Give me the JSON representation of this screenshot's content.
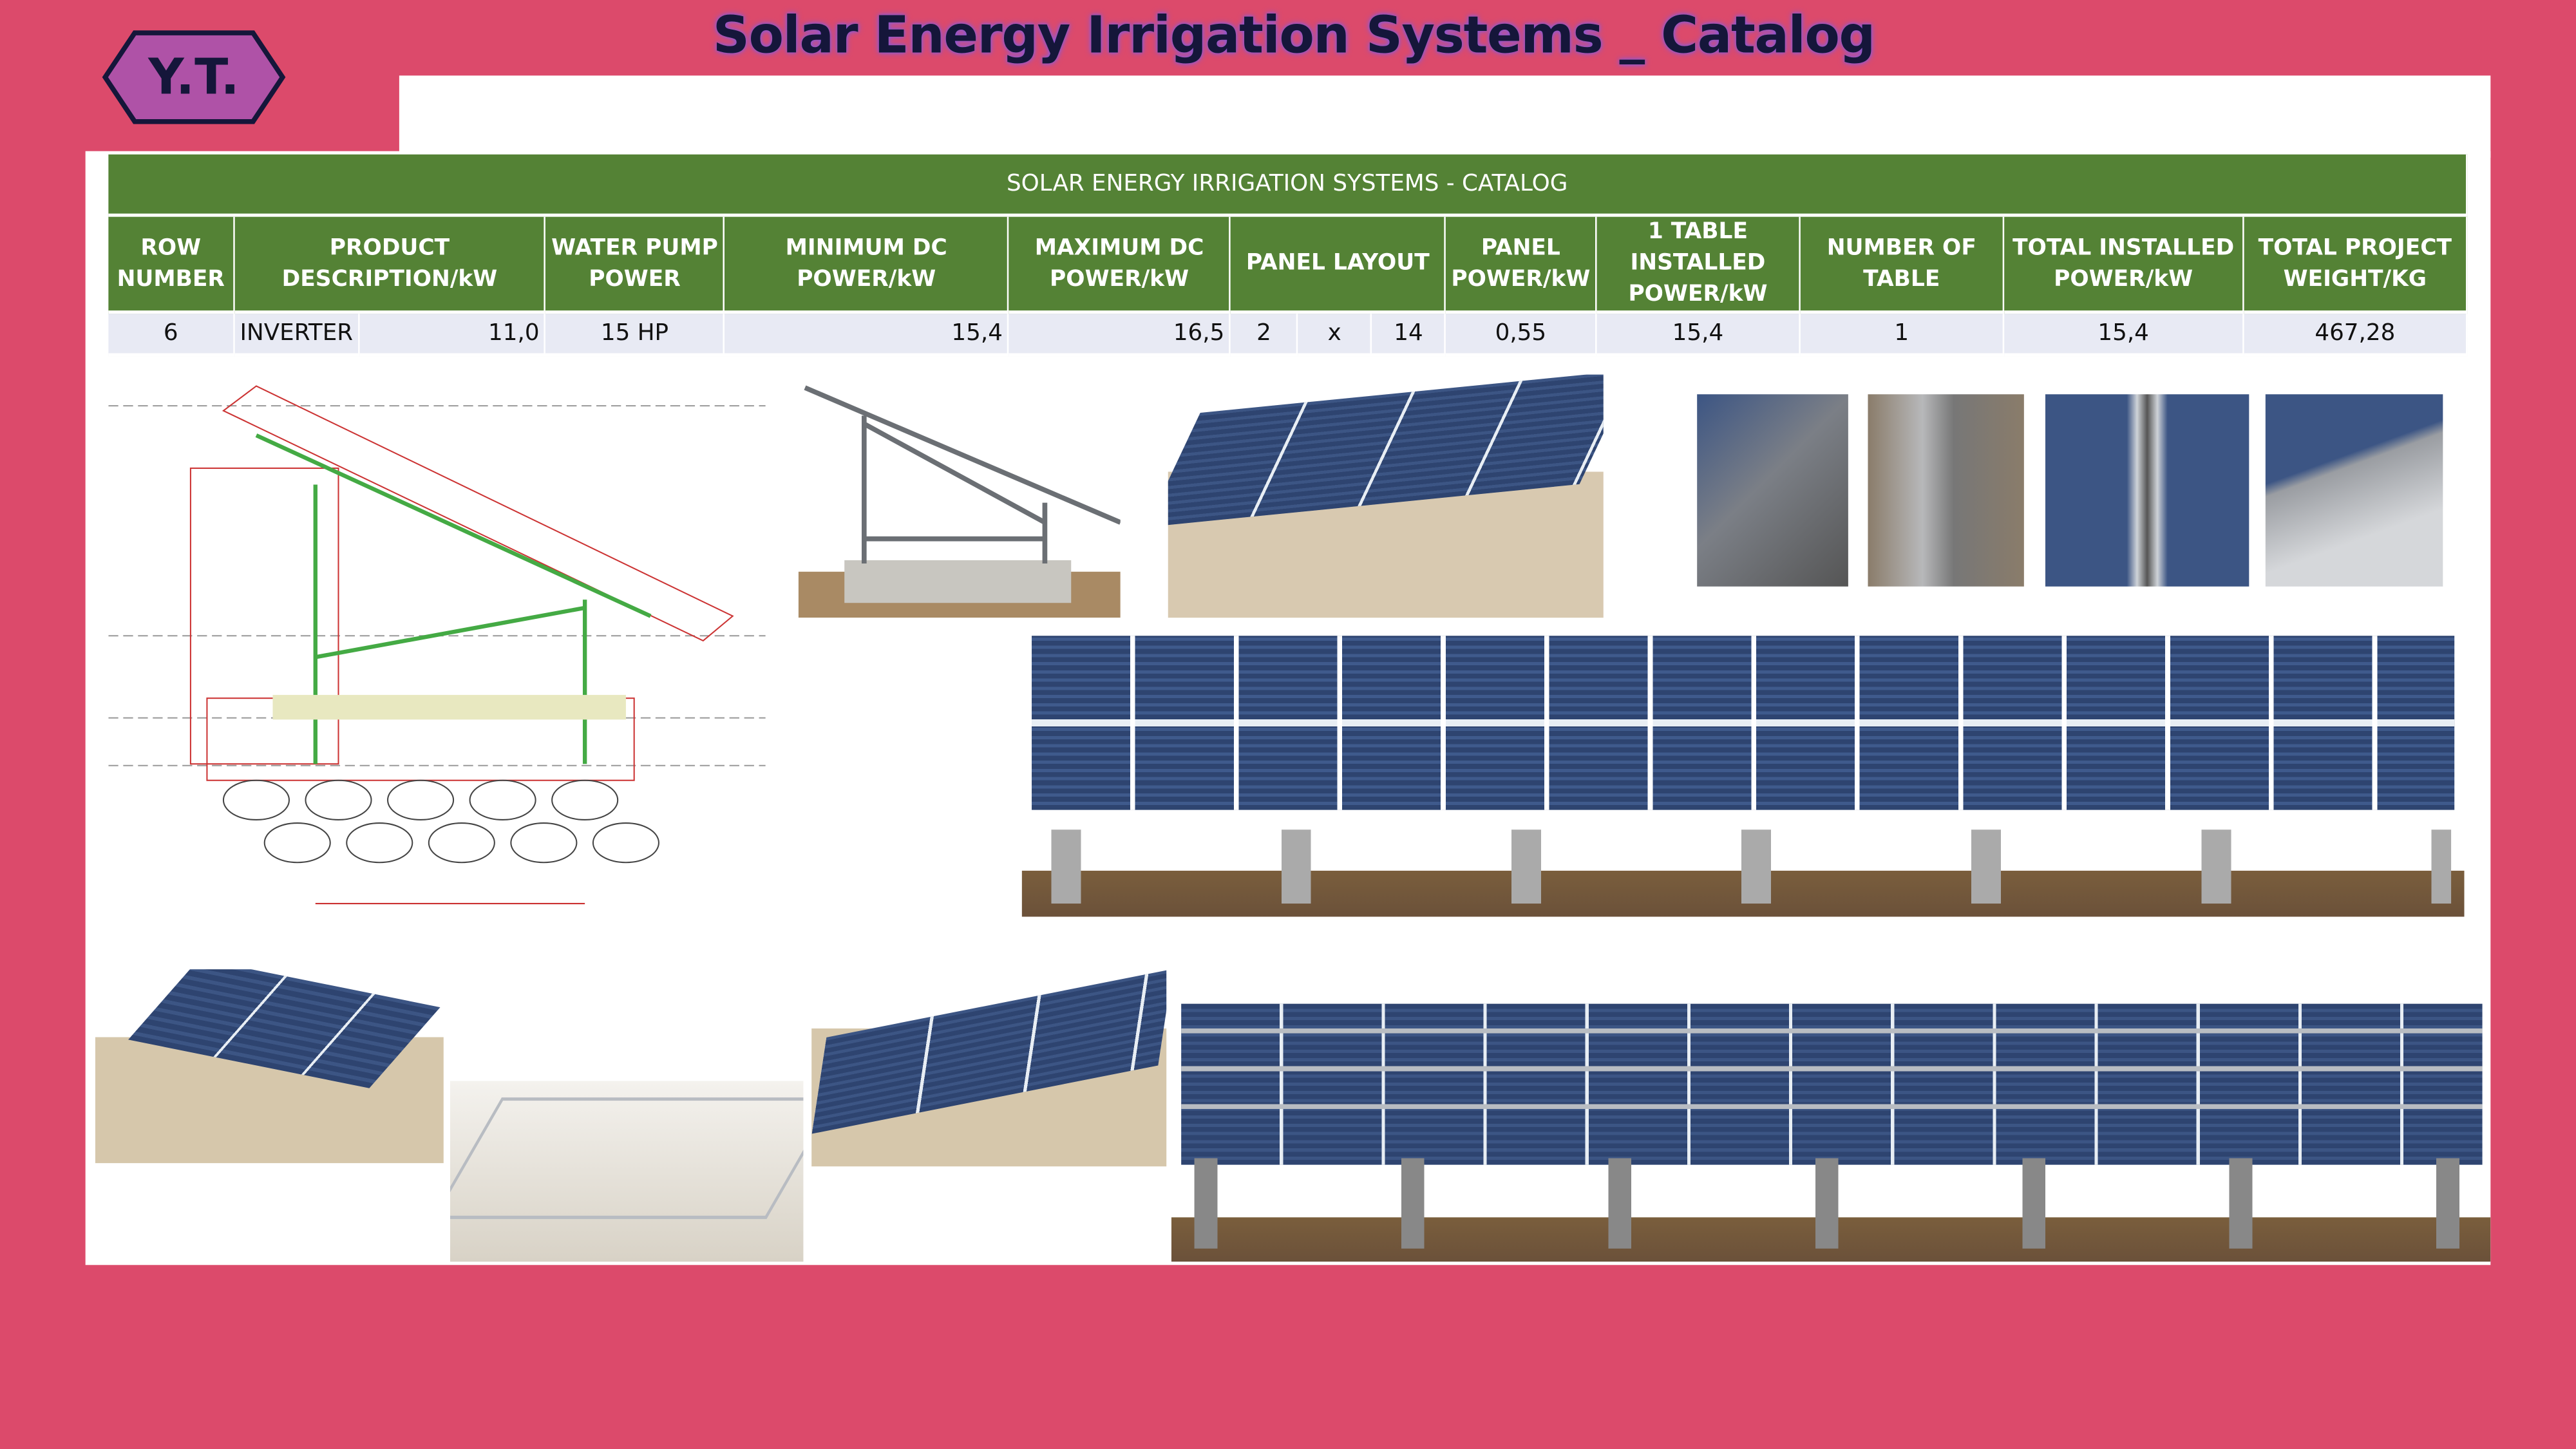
{
  "page": {
    "title": "Solar Energy Irrigation Systems _ Catalog",
    "logo_text": "Y.T.",
    "colors": {
      "background": "#dc4a6b",
      "table_header": "#548235",
      "data_row": "#e8eaf4",
      "title_text": "#15163a"
    }
  },
  "table": {
    "caption": "SOLAR ENERGY IRRIGATION SYSTEMS - CATALOG",
    "headers": [
      "ROW NUMBER",
      "PRODUCT DESCRIPTION/kW",
      "WATER PUMP POWER",
      "MINIMUM DC POWER/kW",
      "MAXIMUM DC POWER/kW",
      "PANEL LAYOUT",
      "PANEL POWER/kW",
      "1 TABLE INSTALLED POWER/kW",
      "NUMBER OF TABLE",
      "TOTAL INSTALLED POWER/kW",
      "TOTAL PROJECT WEIGHT/KG"
    ],
    "row": {
      "row_number": "6",
      "product": "INVERTER",
      "product_kw": "11,0",
      "pump_power": "15 HP",
      "min_dc": "15,4",
      "max_dc": "16,5",
      "layout_rows": "2",
      "layout_x": "x",
      "layout_cols": "14",
      "panel_power": "0,55",
      "table_power": "15,4",
      "num_tables": "1",
      "total_power": "15,4",
      "total_weight": "467,28"
    }
  }
}
